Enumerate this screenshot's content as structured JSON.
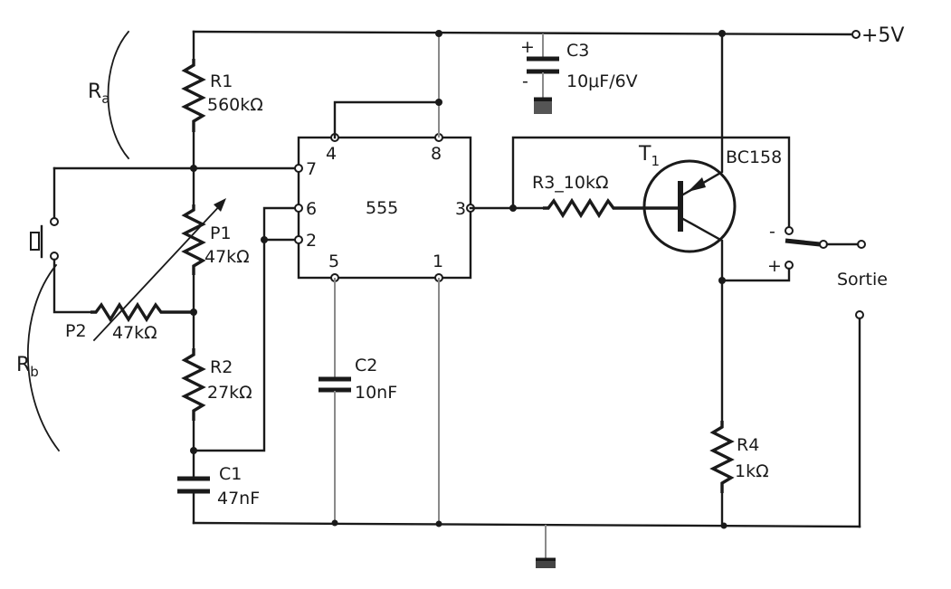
{
  "supply": "+5V",
  "ic": {
    "name": "555",
    "pins": {
      "p1": "1",
      "p2": "2",
      "p3": "3",
      "p4": "4",
      "p5": "5",
      "p6": "6",
      "p7": "7",
      "p8": "8"
    }
  },
  "resistors": {
    "r1": {
      "name": "R1",
      "value": "560kΩ"
    },
    "r2": {
      "name": "R2",
      "value": "27kΩ"
    },
    "r3": {
      "name": "R3_10kΩ"
    },
    "r4": {
      "name": "R4",
      "value": "1kΩ"
    }
  },
  "pots": {
    "p1": {
      "name": "P1",
      "value": "47kΩ"
    },
    "p2": {
      "name": "P2",
      "value": "47kΩ"
    }
  },
  "capacitors": {
    "c1": {
      "name": "C1",
      "value": "47nF"
    },
    "c2": {
      "name": "C2",
      "value": "10nF"
    },
    "c3": {
      "name": "C3",
      "value": "10μF/6V",
      "plus": "+",
      "minus": "-"
    }
  },
  "transistor": {
    "name": "T",
    "sub": "1",
    "model": "BC158"
  },
  "labels": {
    "ra": "R",
    "ra_sub": "a",
    "rb": "R",
    "rb_sub": "b",
    "output": "Sortie",
    "minus": "-",
    "plus": "+"
  }
}
